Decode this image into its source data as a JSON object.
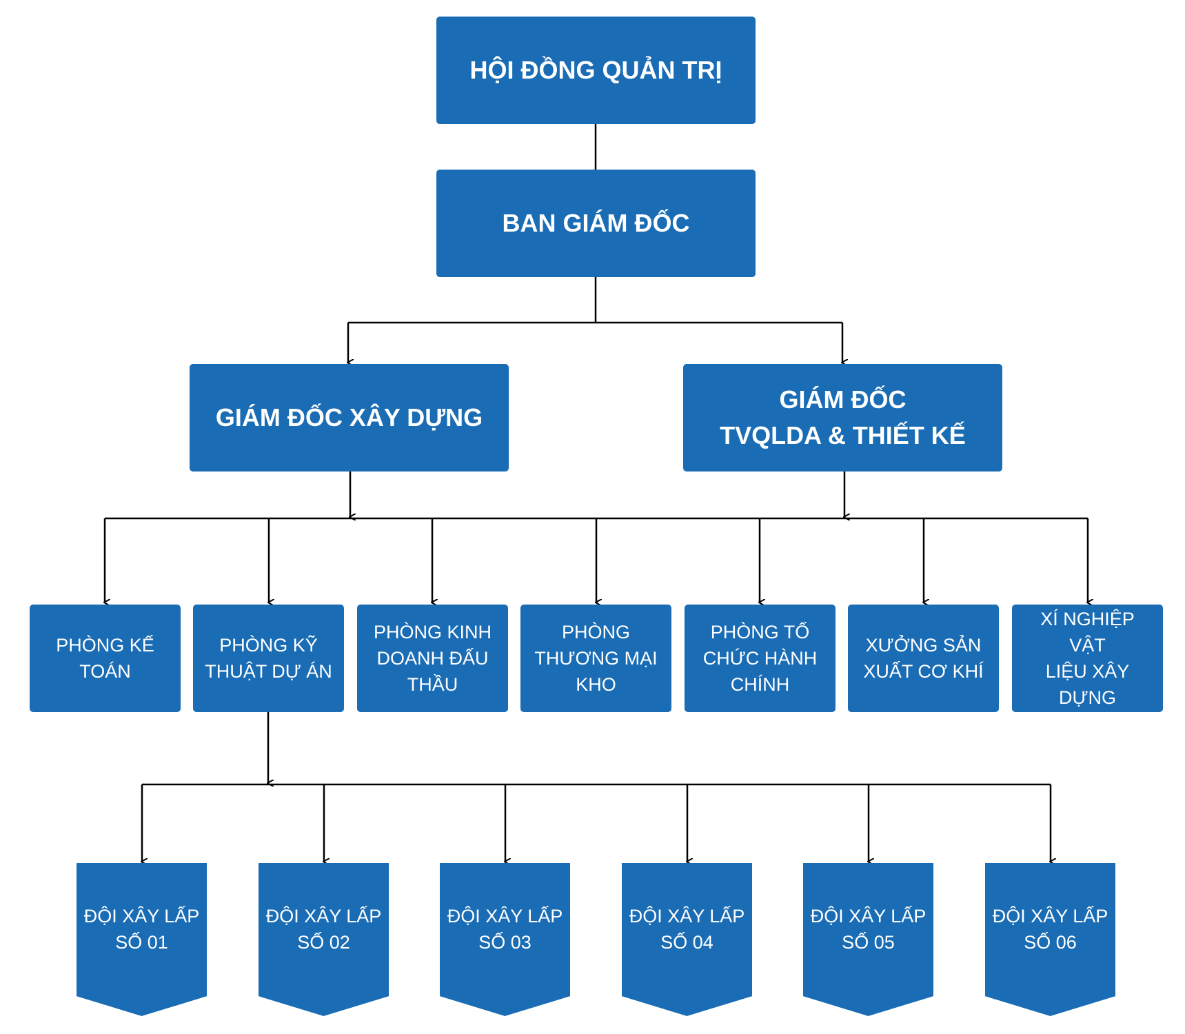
{
  "colors": {
    "box": "#1a6cb5",
    "text": "#ffffff",
    "line": "#000000"
  },
  "board": {
    "label": "HỘI ĐỒNG QUẢN TRỊ"
  },
  "directors": {
    "label": "BAN GIÁM ĐỐC"
  },
  "construction_director": {
    "label": "GIÁM ĐỐC XÂY DỰNG"
  },
  "design_director": {
    "label": "GIÁM ĐỐC\nTVQLDA & THIẾT KẾ"
  },
  "departments": [
    {
      "label": "PHÒNG KẾ\nTOÁN"
    },
    {
      "label": "PHÒNG KỸ\nTHUẬT DỰ ÁN"
    },
    {
      "label": "PHÒNG KINH\nDOANH ĐẤU\nTHẦU"
    },
    {
      "label": "PHÒNG\nTHƯƠNG MẠI\nKHO"
    },
    {
      "label": "PHÒNG TỔ\nCHỨC HÀNH\nCHÍNH"
    },
    {
      "label": "XƯỞNG SẢN\nXUẤT CƠ KHÍ"
    },
    {
      "label": "XÍ NGHIỆP VẬT\nLIỆU XÂY DỰNG"
    }
  ],
  "teams": [
    {
      "label": "ĐỘI XÂY LẤP\nSỐ 01"
    },
    {
      "label": "ĐỘI XÂY LẤP\nSỐ 02"
    },
    {
      "label": "ĐỘI XÂY LẤP\nSỐ 03"
    },
    {
      "label": "ĐỘI XÂY LẤP\nSỐ 04"
    },
    {
      "label": "ĐỘI XÂY LẤP\nSỐ 05"
    },
    {
      "label": "ĐỘI XÂY LẤP\nSỐ 06"
    }
  ]
}
